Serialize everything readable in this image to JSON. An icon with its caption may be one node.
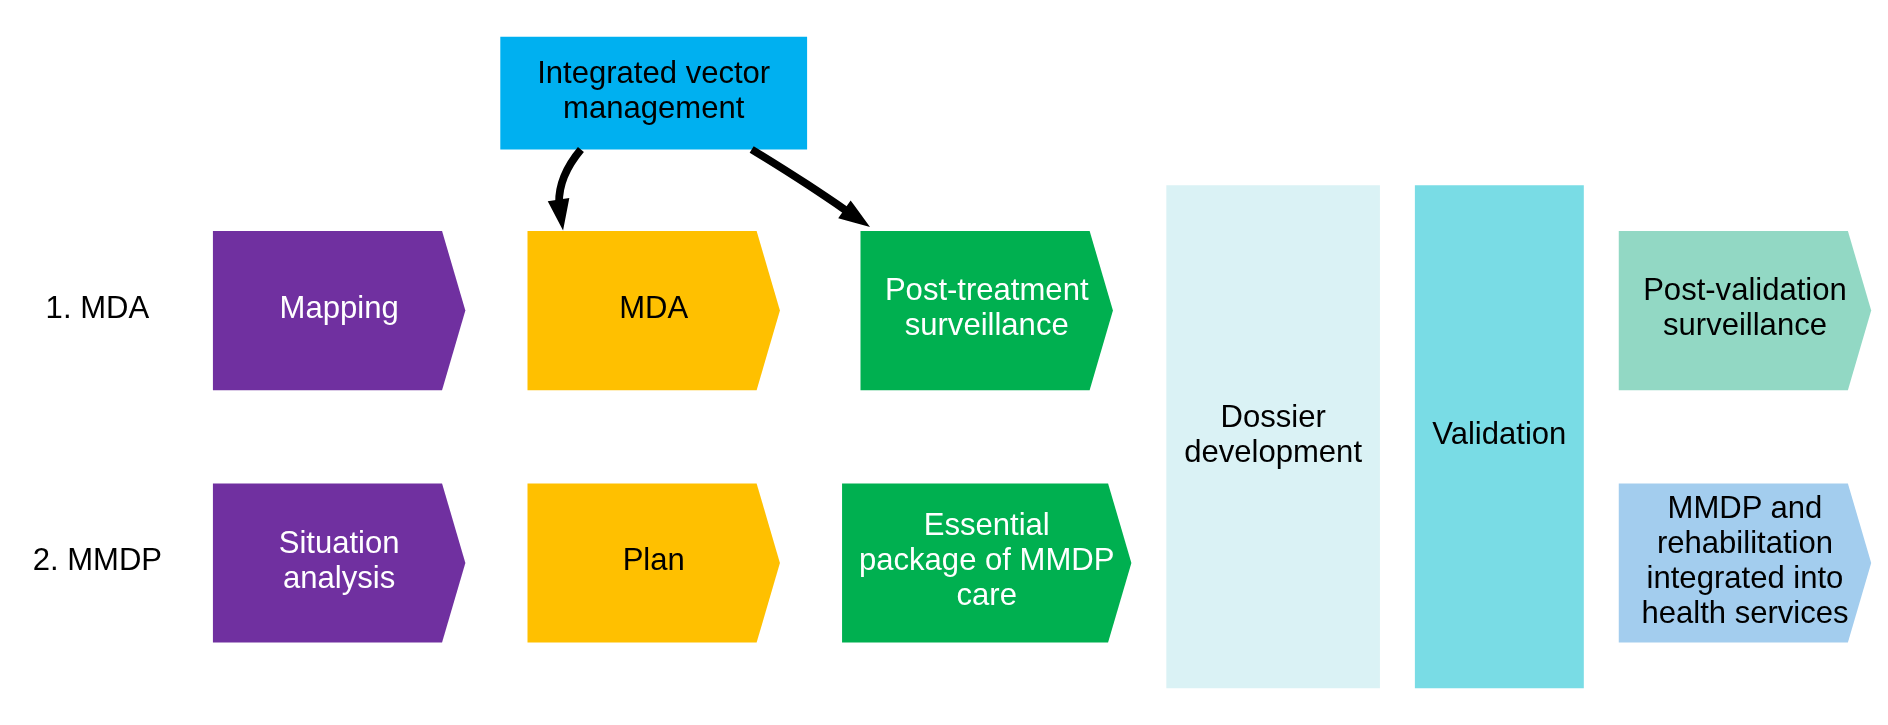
{
  "diagram": {
    "nodes": [
      {
        "text": [
          "Integrated vector management"
        ]
      },
      {
        "text": [
          "Mapping"
        ]
      },
      {
        "text": [
          "MDA"
        ]
      },
      {
        "text": [
          "Post-treatment surveillance"
        ]
      },
      {
        "text": [
          "Dossier development"
        ]
      },
      {
        "text": [
          "Validation"
        ]
      },
      {
        "text": [
          "Post-validation surveillance"
        ]
      },
      {
        "text": [
          "Situation analysis"
        ]
      },
      {
        "text": [
          "Plan"
        ]
      },
      {
        "text": [
          "Essential package of MMDP care"
        ]
      },
      {
        "text": [
          "MMDP and rehabilitation integrated into health services"
        ]
      }
    ],
    "edges": [
      {
        "from": 0,
        "to": 2,
        "arrow": "to"
      },
      {
        "from": 0,
        "to": 3,
        "arrow": "to"
      }
    ],
    "labels": [
      "1. MDA",
      "2. MMDP"
    ]
  }
}
